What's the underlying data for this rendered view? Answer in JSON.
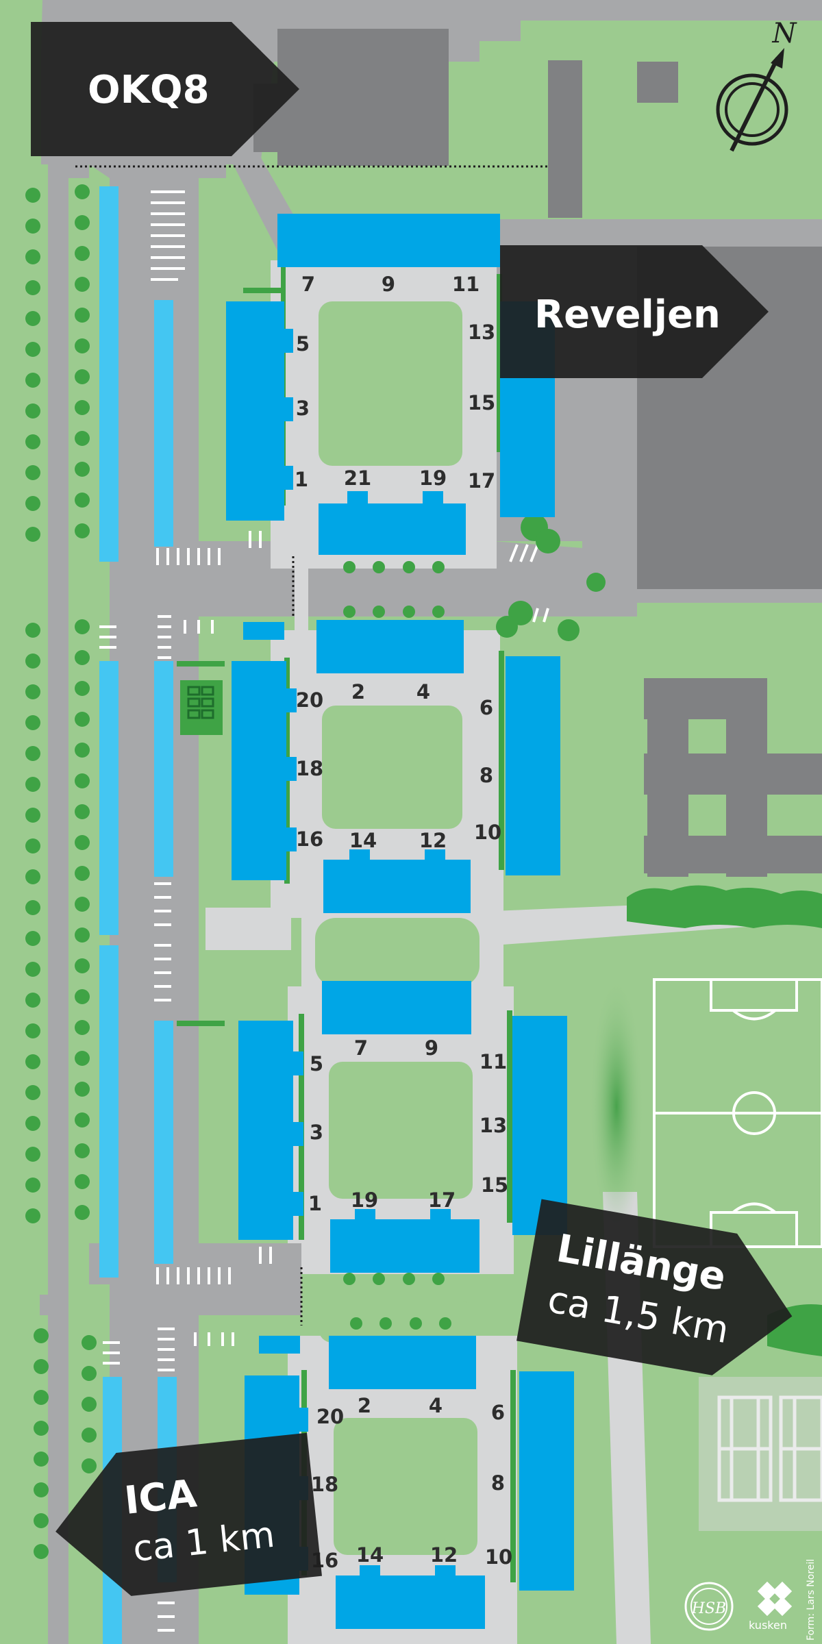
{
  "signs": {
    "okq8": {
      "title": "OKQ8"
    },
    "reveljen": {
      "title": "Reveljen"
    },
    "lillange": {
      "title": "Lillänge",
      "distance": "ca 1,5 km"
    },
    "ica": {
      "title": "ICA",
      "distance": "ca 1 km"
    }
  },
  "compass": {
    "label": "N"
  },
  "building_numbers": {
    "block1": [
      "7",
      "9",
      "11",
      "5",
      "3",
      "1",
      "13",
      "15",
      "17",
      "21",
      "19"
    ],
    "block2": [
      "2",
      "4",
      "6",
      "20",
      "18",
      "16",
      "8",
      "10",
      "14",
      "12"
    ],
    "block3": [
      "7",
      "9",
      "11",
      "5",
      "3",
      "1",
      "13",
      "15",
      "19",
      "17"
    ],
    "block4": [
      "2",
      "4",
      "6",
      "20",
      "18",
      "16",
      "8",
      "10",
      "14",
      "12"
    ]
  },
  "logos": {
    "hsb": "HSB",
    "kusken": "kusken"
  },
  "credit": "Form: Lars Noreil",
  "colors": {
    "grass": "#9ccb8f",
    "road": "#a7a8aa",
    "path": "#d6d7d8",
    "building": "#00a6e6",
    "parking_strip": "#44c6f2",
    "gray_building": "#87888a",
    "hedge": "#3fa345",
    "sign_bg": "#1e1e1e"
  }
}
